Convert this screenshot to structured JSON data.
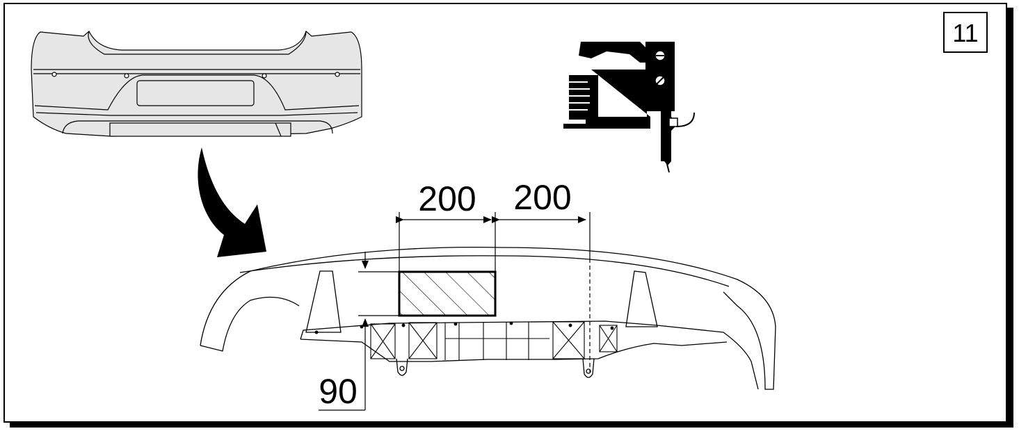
{
  "step": {
    "number": "11"
  },
  "dimensions": {
    "cutout_width": "200",
    "cutout_offset": "200",
    "cutout_height": "90"
  },
  "icons": {
    "tool": "jigsaw-icon",
    "direction": "curved-arrow-icon"
  },
  "colors": {
    "line": "#000000",
    "bumper_fill": "#e6e6e6",
    "background": "#ffffff"
  }
}
